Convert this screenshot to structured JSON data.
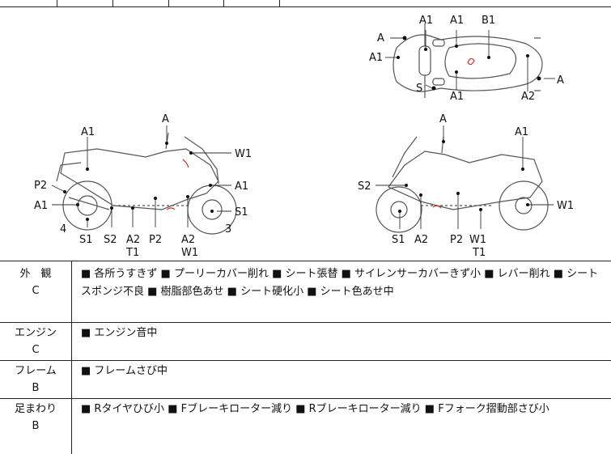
{
  "diagram_labels": {
    "top_view": {
      "a1_left": "A1",
      "a1_mid": "A1",
      "b1": "B1",
      "a_left": "A",
      "a1_side": "A1",
      "a_right": "A",
      "s": "S",
      "a1_bottom": "A1",
      "a2": "A2"
    },
    "left_view": {
      "a_top": "A",
      "a1_top": "A1",
      "w1": "W1",
      "p2": "P2",
      "a1_right": "A1",
      "a1_left": "A1",
      "s1_right": "S1",
      "n4": "4",
      "n3": "3",
      "s1": "S1",
      "s2": "S2",
      "a2": "A2",
      "p2_b": "P2",
      "a2_b": "A2",
      "t1": "T1",
      "w1_b": "W1"
    },
    "right_view": {
      "a_top": "A",
      "a1_top": "A1",
      "s2": "S2",
      "w1": "W1",
      "s1": "S1",
      "a2": "A2",
      "p2": "P2",
      "w1_b": "W1",
      "t1": "T1"
    }
  },
  "rows": [
    {
      "category": "外　観",
      "grade": "C",
      "text": "■ 各所うすきず ■ プーリーカバー削れ ■ シート張替 ■ サイレンサーカバーきず小 ■ レバー削れ ■ シートスポンジ不良 ■ 樹脂部色あせ ■ シート硬化小 ■ シート色あせ中"
    },
    {
      "category": "エンジン",
      "grade": "C",
      "text": "■ エンジン音中"
    },
    {
      "category": "フレーム",
      "grade": "B",
      "text": "■ フレームさび中"
    },
    {
      "category": "足まわり",
      "grade": "B",
      "text": "■ Rタイヤひび小 ■ Fブレーキローター減り ■ Rブレーキローター減り ■ Fフォーク摺動部さび小"
    }
  ]
}
